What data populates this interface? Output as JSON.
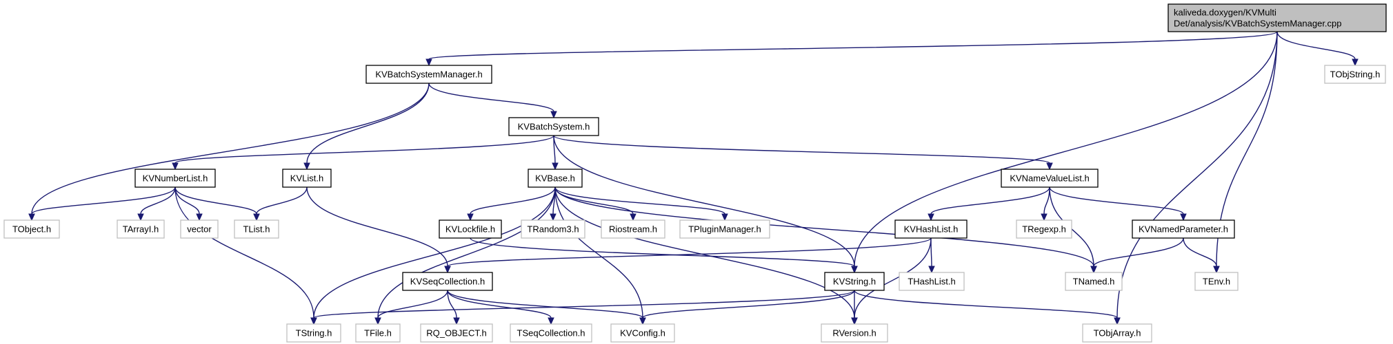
{
  "graph": {
    "nodes": {
      "root": {
        "lines": [
          "kaliveda.doxygen/KVMulti",
          "Det/analysis/KVBatchSystemManager.cpp"
        ],
        "style": "root"
      },
      "kvbsm": {
        "lines": [
          "KVBatchSystemManager.h"
        ],
        "style": "doc"
      },
      "tobjstring": {
        "lines": [
          "TObjString.h"
        ],
        "style": "ext"
      },
      "kvbs": {
        "lines": [
          "KVBatchSystem.h"
        ],
        "style": "doc"
      },
      "kvnumberlist": {
        "lines": [
          "KVNumberList.h"
        ],
        "style": "doc"
      },
      "kvlist": {
        "lines": [
          "KVList.h"
        ],
        "style": "doc"
      },
      "kvbase": {
        "lines": [
          "KVBase.h"
        ],
        "style": "doc"
      },
      "kvnamevaluelist": {
        "lines": [
          "KVNameValueList.h"
        ],
        "style": "doc"
      },
      "tobject": {
        "lines": [
          "TObject.h"
        ],
        "style": "ext"
      },
      "tarrayi": {
        "lines": [
          "TArrayI.h"
        ],
        "style": "ext"
      },
      "vector": {
        "lines": [
          "vector"
        ],
        "style": "ext"
      },
      "tlist": {
        "lines": [
          "TList.h"
        ],
        "style": "ext"
      },
      "kvlockfile": {
        "lines": [
          "KVLockfile.h"
        ],
        "style": "doc"
      },
      "trandom3": {
        "lines": [
          "TRandom3.h"
        ],
        "style": "ext"
      },
      "riostream": {
        "lines": [
          "Riostream.h"
        ],
        "style": "ext"
      },
      "tpluginmanager": {
        "lines": [
          "TPluginManager.h"
        ],
        "style": "ext"
      },
      "kvhashlist": {
        "lines": [
          "KVHashList.h"
        ],
        "style": "doc"
      },
      "tregexp": {
        "lines": [
          "TRegexp.h"
        ],
        "style": "ext"
      },
      "kvnamedparameter": {
        "lines": [
          "KVNamedParameter.h"
        ],
        "style": "doc"
      },
      "kvseqcollection": {
        "lines": [
          "KVSeqCollection.h"
        ],
        "style": "doc"
      },
      "kvstring": {
        "lines": [
          "KVString.h"
        ],
        "style": "doc"
      },
      "thashlist": {
        "lines": [
          "THashList.h"
        ],
        "style": "ext"
      },
      "tnamed": {
        "lines": [
          "TNamed.h"
        ],
        "style": "ext"
      },
      "tenv": {
        "lines": [
          "TEnv.h"
        ],
        "style": "ext"
      },
      "tstring": {
        "lines": [
          "TString.h"
        ],
        "style": "ext"
      },
      "tfile": {
        "lines": [
          "TFile.h"
        ],
        "style": "ext"
      },
      "rq_object": {
        "lines": [
          "RQ_OBJECT.h"
        ],
        "style": "ext"
      },
      "tseqcollection": {
        "lines": [
          "TSeqCollection.h"
        ],
        "style": "ext"
      },
      "kvconfig": {
        "lines": [
          "KVConfig.h"
        ],
        "style": "ext"
      },
      "rversion": {
        "lines": [
          "RVersion.h"
        ],
        "style": "ext"
      },
      "tobjarray": {
        "lines": [
          "TObjArray.h"
        ],
        "style": "ext"
      }
    },
    "edges": [
      [
        "root",
        "kvbsm"
      ],
      [
        "root",
        "tobjstring"
      ],
      [
        "root",
        "kvstring"
      ],
      [
        "root",
        "tenv"
      ],
      [
        "root",
        "tobjarray"
      ],
      [
        "kvbsm",
        "kvbs"
      ],
      [
        "kvbsm",
        "kvlist"
      ],
      [
        "kvbsm",
        "tobject"
      ],
      [
        "kvbs",
        "kvnumberlist"
      ],
      [
        "kvbs",
        "kvbase"
      ],
      [
        "kvbs",
        "kvnamevaluelist"
      ],
      [
        "kvbs",
        "kvstring"
      ],
      [
        "kvnumberlist",
        "tobject"
      ],
      [
        "kvnumberlist",
        "tarrayi"
      ],
      [
        "kvnumberlist",
        "vector"
      ],
      [
        "kvnumberlist",
        "tlist"
      ],
      [
        "kvnumberlist",
        "tstring"
      ],
      [
        "kvlist",
        "tlist"
      ],
      [
        "kvlist",
        "kvseqcollection"
      ],
      [
        "kvbase",
        "kvlockfile"
      ],
      [
        "kvbase",
        "trandom3"
      ],
      [
        "kvbase",
        "riostream"
      ],
      [
        "kvbase",
        "tpluginmanager"
      ],
      [
        "kvbase",
        "tnamed"
      ],
      [
        "kvbase",
        "tstring"
      ],
      [
        "kvbase",
        "tfile"
      ],
      [
        "kvbase",
        "kvconfig"
      ],
      [
        "kvbase",
        "rversion"
      ],
      [
        "kvlockfile",
        "kvstring"
      ],
      [
        "kvnamevaluelist",
        "kvhashlist"
      ],
      [
        "kvnamevaluelist",
        "tregexp"
      ],
      [
        "kvnamevaluelist",
        "tnamed"
      ],
      [
        "kvnamevaluelist",
        "kvnamedparameter"
      ],
      [
        "kvhashlist",
        "kvseqcollection"
      ],
      [
        "kvhashlist",
        "thashlist"
      ],
      [
        "kvhashlist",
        "rversion"
      ],
      [
        "kvnamedparameter",
        "tnamed"
      ],
      [
        "kvnamedparameter",
        "tenv"
      ],
      [
        "kvseqcollection",
        "tfile"
      ],
      [
        "kvseqcollection",
        "rq_object"
      ],
      [
        "kvseqcollection",
        "tseqcollection"
      ],
      [
        "kvseqcollection",
        "kvconfig"
      ],
      [
        "kvstring",
        "tstring"
      ],
      [
        "kvstring",
        "kvconfig"
      ],
      [
        "kvstring",
        "rversion"
      ],
      [
        "kvstring",
        "tobjarray"
      ]
    ]
  },
  "colors": {
    "edge": "#191970",
    "root_fill": "#bfbfbf",
    "doc_border": "#000000",
    "ext_border": "#bfbfbf",
    "ext_fill": "#ffffff"
  }
}
